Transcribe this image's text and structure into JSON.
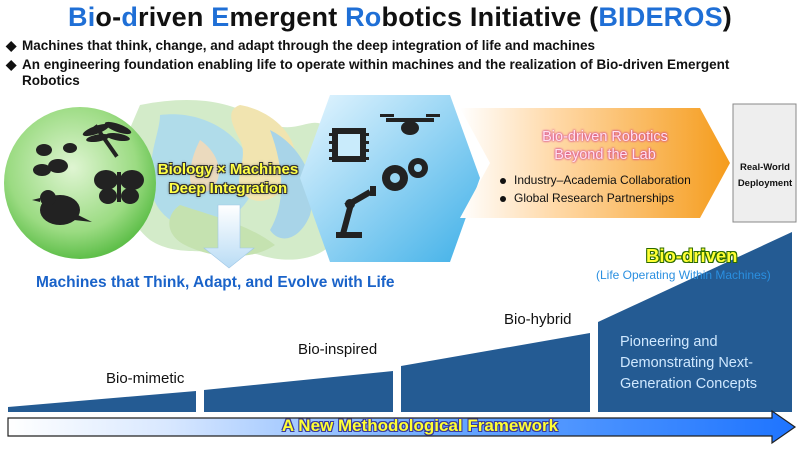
{
  "title": {
    "parts": [
      {
        "text": "Bi",
        "blue": true
      },
      {
        "text": "o-",
        "blue": false
      },
      {
        "text": "d",
        "blue": true
      },
      {
        "text": "riven ",
        "blue": false
      },
      {
        "text": "E",
        "blue": true
      },
      {
        "text": "mergent ",
        "blue": false
      },
      {
        "text": "Ro",
        "blue": true
      },
      {
        "text": "botics Initiative (",
        "blue": false
      },
      {
        "text": "BIDEROS",
        "blue": true
      },
      {
        "text": ")",
        "blue": false
      }
    ]
  },
  "bullets": [
    "Machines that think, change, and adapt through the deep integration of life and machines",
    "An engineering foundation enabling life to operate within machines and the realization of Bio-driven Emergent Robotics"
  ],
  "integration": {
    "label": "Biology × Machines\nDeep Integration",
    "outcome": "Machines that Think, Adapt, and Evolve with Life"
  },
  "beyond_lab": {
    "title": "Bio-driven Robotics\nBeyond the Lab",
    "items": [
      "Industry–Academia Collaboration",
      "Global Research Partnerships"
    ]
  },
  "deployment": "Real-World\nDeployment",
  "stages": {
    "s1": "Bio-mimetic",
    "s2": "Bio-inspired",
    "s3": "Bio-hybrid",
    "s4_title": "Bio-driven",
    "s4_sub": "(Life Operating Within Machines)",
    "s4_desc": "Pioneering and Demonstrating Next-Generation Concepts"
  },
  "framework": "A New Methodological Framework",
  "colors": {
    "accent_blue": "#1a63c9",
    "stage_fill": "#245b93",
    "yellow": "#ffff33",
    "orange": "#f59c1c"
  },
  "icons": {
    "bio_circle": [
      "insects-icon",
      "dragonfly-icon",
      "butterfly-icon",
      "bird-icon"
    ],
    "machine_hex": [
      "chip-icon",
      "drone-icon",
      "gears-icon",
      "robot-arm-icon"
    ]
  }
}
